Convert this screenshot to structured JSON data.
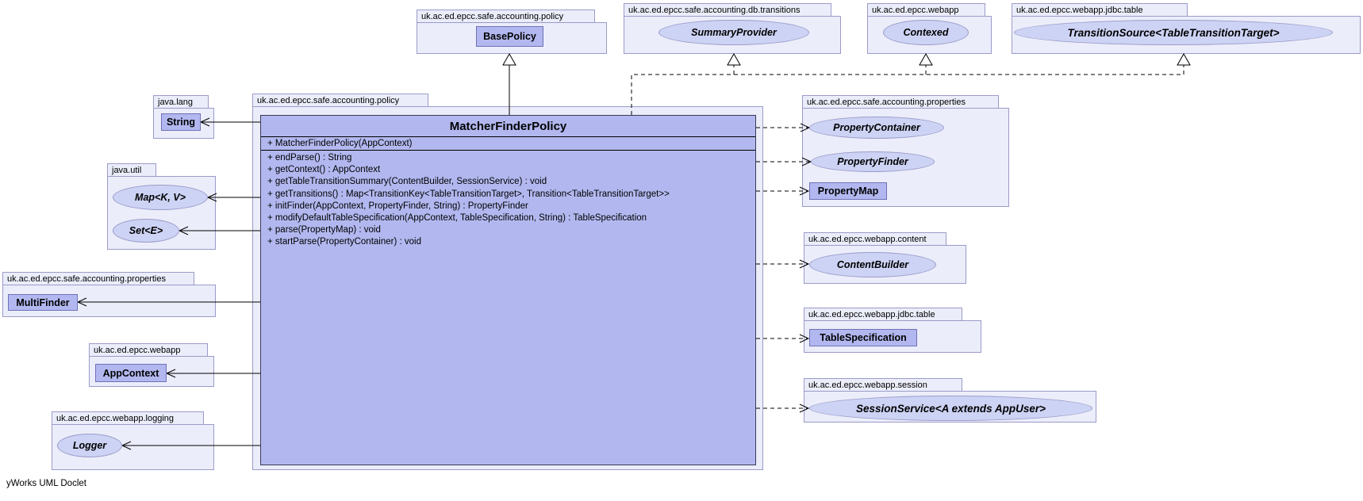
{
  "diagram": {
    "footer": "yWorks UML Doclet"
  },
  "colors": {
    "package_fill": "#ebedfa",
    "pkg_border": "#9b9bc9",
    "node_fill": "#b2b8ef",
    "node_border": "#7070b8",
    "ellipse_fill": "#cdd3f4",
    "class_border": "#3a3a55"
  },
  "packages": {
    "policy_top": "uk.ac.ed.epcc.safe.accounting.policy",
    "db_transitions": "uk.ac.ed.epcc.safe.accounting.db.transitions",
    "webapp_top": "uk.ac.ed.epcc.webapp",
    "jdbc_table_top": "uk.ac.ed.epcc.webapp.jdbc.table",
    "policy_main": "uk.ac.ed.epcc.safe.accounting.policy",
    "java_lang": "java.lang",
    "java_util": "java.util",
    "properties_left": "uk.ac.ed.epcc.safe.accounting.properties",
    "webapp_left": "uk.ac.ed.epcc.webapp",
    "logging": "uk.ac.ed.epcc.webapp.logging",
    "properties_right": "uk.ac.ed.epcc.safe.accounting.properties",
    "content": "uk.ac.ed.epcc.webapp.content",
    "jdbc_table_right": "uk.ac.ed.epcc.webapp.jdbc.table",
    "session": "uk.ac.ed.epcc.webapp.session"
  },
  "classes": {
    "base_policy": "BasePolicy",
    "string": "String",
    "multi_finder": "MultiFinder",
    "app_context": "AppContext",
    "property_map": "PropertyMap",
    "table_specification": "TableSpecification"
  },
  "interfaces": {
    "summary_provider": "SummaryProvider",
    "contexed": "Contexed",
    "transition_source": "TransitionSource<TableTransitionTarget>",
    "map": "Map<K, V>",
    "set": "Set<E>",
    "logger": "Logger",
    "property_container": "PropertyContainer",
    "property_finder": "PropertyFinder",
    "content_builder": "ContentBuilder",
    "session_service": "SessionService<A extends AppUser>"
  },
  "main_class": {
    "name": "MatcherFinderPolicy",
    "constructor": "+ MatcherFinderPolicy(AppContext)",
    "methods": [
      "+ endParse() : String",
      "+ getContext() : AppContext",
      "+ getTableTransitionSummary(ContentBuilder, SessionService) : void",
      "+ getTransitions() : Map<TransitionKey<TableTransitionTarget>, Transition<TableTransitionTarget>>",
      "+ initFinder(AppContext, PropertyFinder, String) : PropertyFinder",
      "+ modifyDefaultTableSpecification(AppContext, TableSpecification, String) : TableSpecification",
      "+ parse(PropertyMap) : void",
      "+ startParse(PropertyContainer) : void"
    ]
  }
}
